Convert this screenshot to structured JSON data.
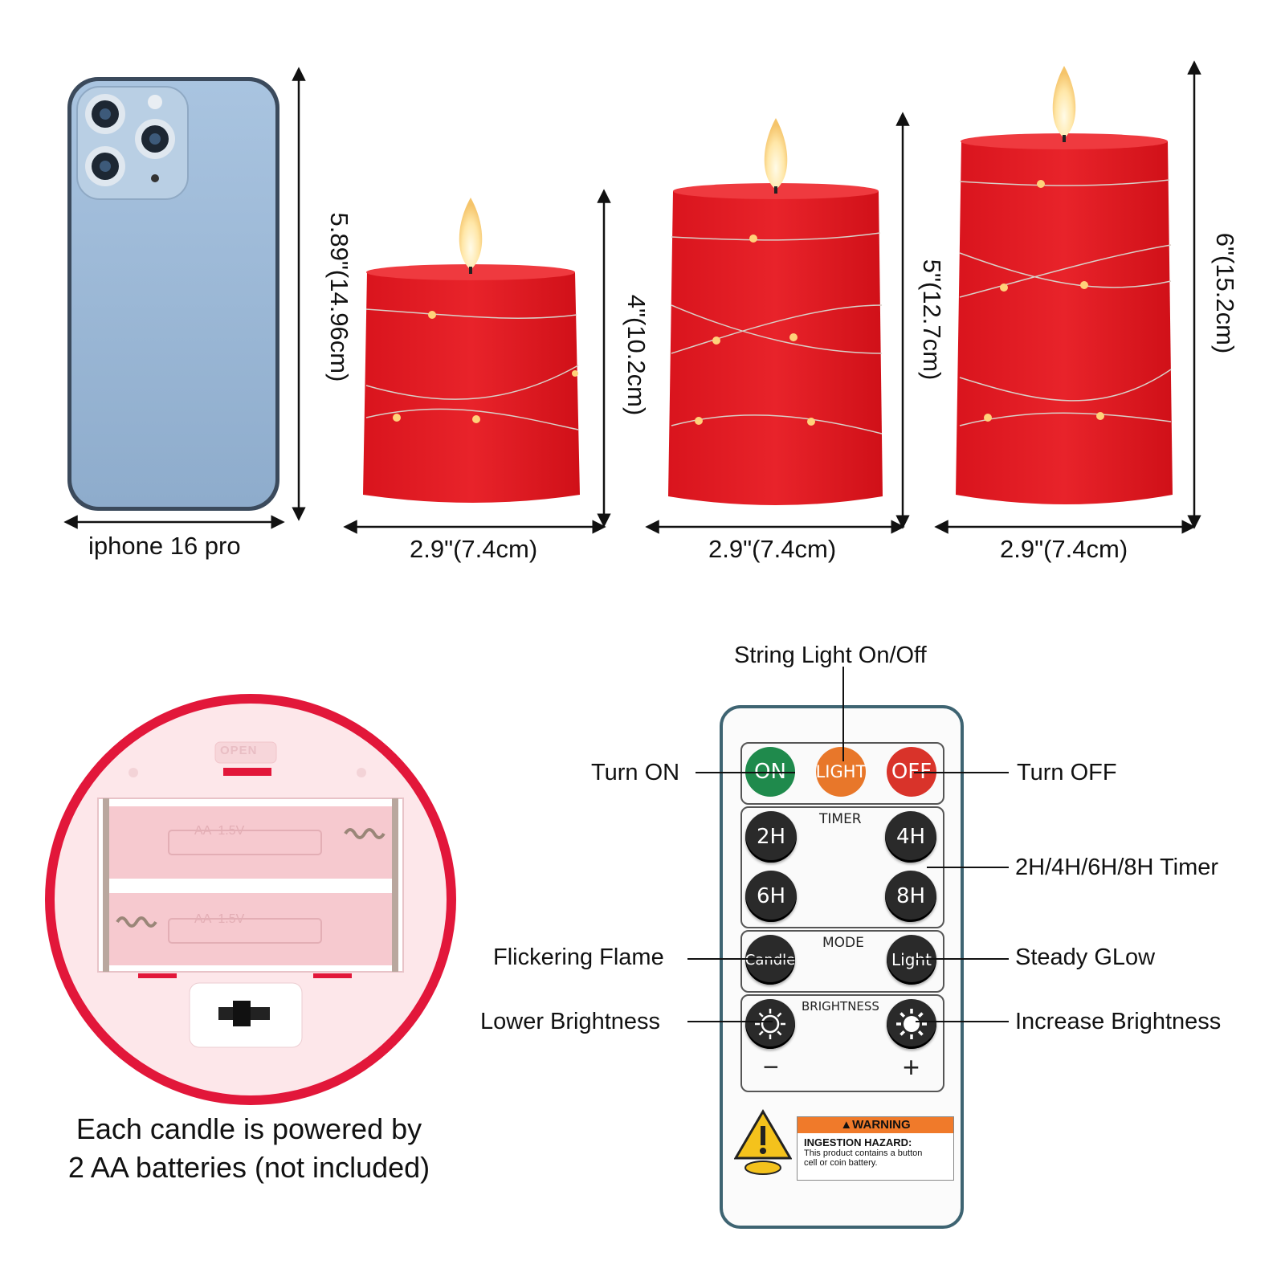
{
  "dimensions": {
    "phone_label": "iphone 16 pro",
    "phone_height": "5.89\"(14.96cm)",
    "small_height": "4\"(10.2cm)",
    "medium_height": "5\"(12.7cm)",
    "large_height": "6\"(15.2cm)",
    "small_width": "2.9\"(7.4cm)",
    "medium_width": "2.9\"(7.4cm)",
    "large_width": "2.9\"(7.4cm)"
  },
  "battery": {
    "caption_line1": "Each candle is powered by",
    "caption_line2": "2 AA batteries (not included)",
    "open_label": "OPEN",
    "cell_label": "AA  1.5V"
  },
  "remote": {
    "on": "ON",
    "light": "LIGHT",
    "off": "OFF",
    "timer_title": "TIMER",
    "t2": "2H",
    "t4": "4H",
    "t6": "6H",
    "t8": "8H",
    "mode_title": "MODE",
    "candle": "Candle",
    "light_mode": "Light",
    "brightness_title": "BRIGHTNESS",
    "minus": "−",
    "plus": "+",
    "warning_title": "WARNING",
    "hazard_title": "INGESTION HAZARD:",
    "hazard_line1": "This product contains a button",
    "hazard_line2": "cell or coin battery."
  },
  "callouts": {
    "string_light": "String Light On/Off",
    "turn_on": "Turn ON",
    "turn_off": "Turn OFF",
    "timer": "2H/4H/6H/8H Timer",
    "flicker": "Flickering Flame",
    "steady": "Steady GLow",
    "lower": "Lower Brightness",
    "increase": "Increase Brightness"
  },
  "colors": {
    "candle_red": "#e01a22",
    "phone_blue": "#9dbad8",
    "on_green": "#1f8a4c",
    "light_orange": "#e8772a",
    "off_red": "#d9332a"
  }
}
